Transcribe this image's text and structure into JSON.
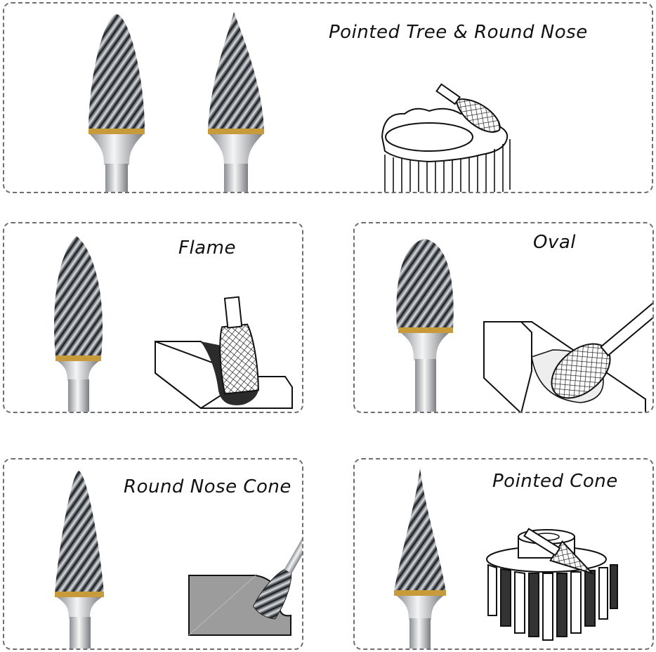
{
  "panels": [
    {
      "title": "Pointed Tree & Round Nose"
    },
    {
      "title": "Flame"
    },
    {
      "title": "Oval"
    },
    {
      "title": "Round Nose Cone"
    },
    {
      "title": "Pointed Cone"
    }
  ],
  "colors": {
    "border": "#6e6e6e",
    "steel_dark": "#3a3d42",
    "steel_light": "#d8dadd",
    "brass_ring": "#c79a3a",
    "ink": "#111111"
  }
}
